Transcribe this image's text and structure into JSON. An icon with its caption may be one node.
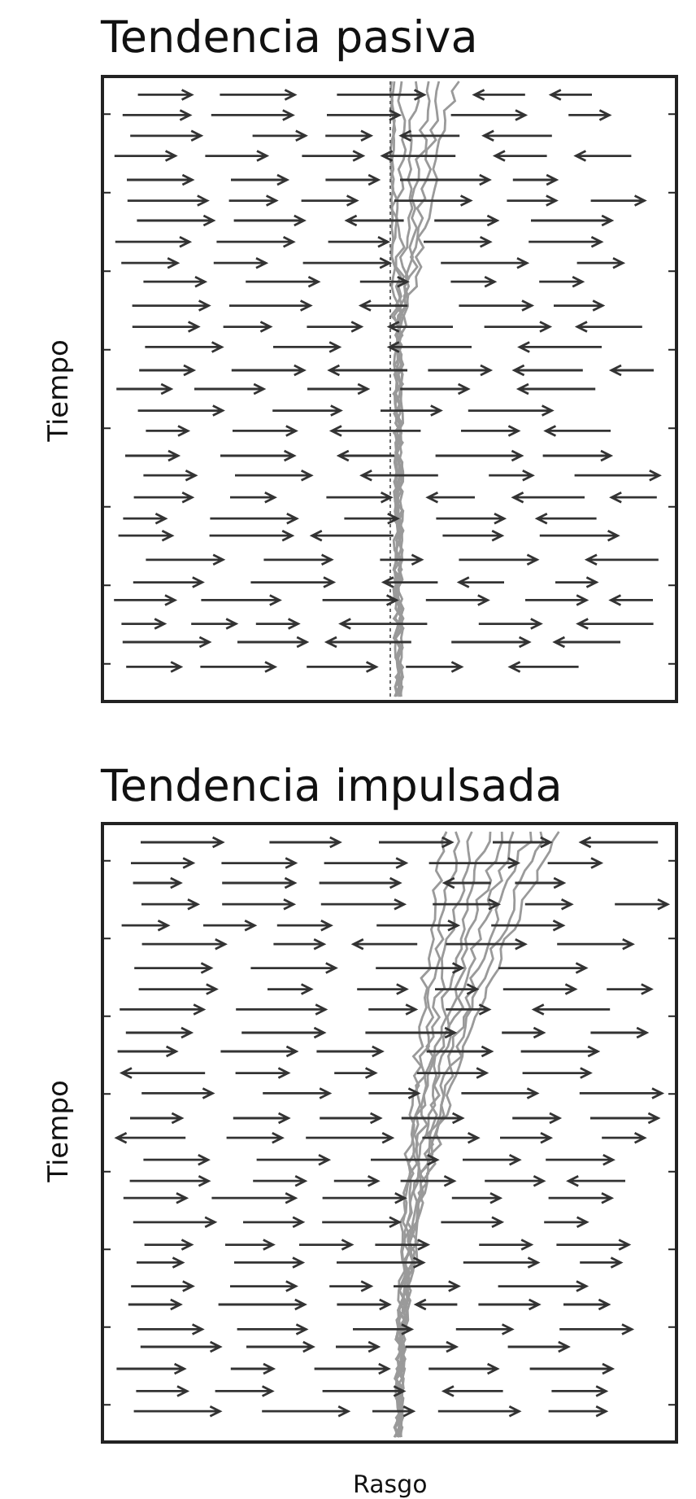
{
  "diagram": {
    "labels": [
      "Tendencia pasiva",
      "Tiempo",
      "Tendencia impulsada",
      "Tiempo",
      "Rasgo"
    ]
  }
}
